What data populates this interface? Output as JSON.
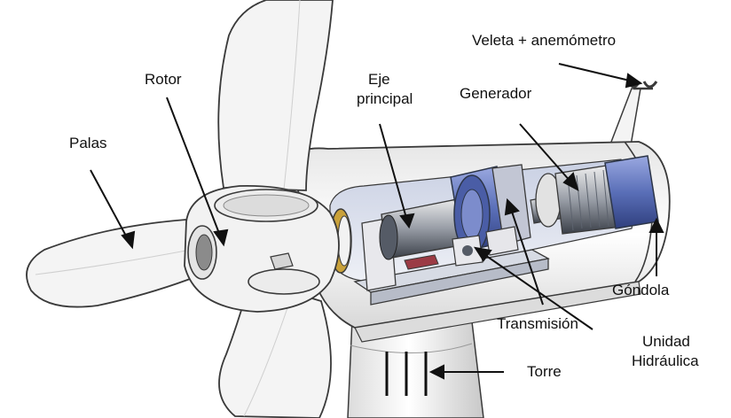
{
  "labels": {
    "veleta": "Veleta + anemómetro",
    "rotor": "Rotor",
    "eje_line1": "Eje",
    "eje_line2": "principal",
    "generador": "Generador",
    "palas": "Palas",
    "gondola": "Góndola",
    "transmision": "Transmisión",
    "unidad_line1": "Unidad",
    "unidad_line2": "Hidráulica",
    "torre": "Torre"
  },
  "colors": {
    "outline": "#3a3a3a",
    "body_fill": "#f2f2f2",
    "shadow": "#cfd3da",
    "machinery_blue": "#5a6fb8",
    "machinery_dark": "#2c3548",
    "bearing_gold": "#c9a13a",
    "brake_red": "#9b3b45"
  }
}
